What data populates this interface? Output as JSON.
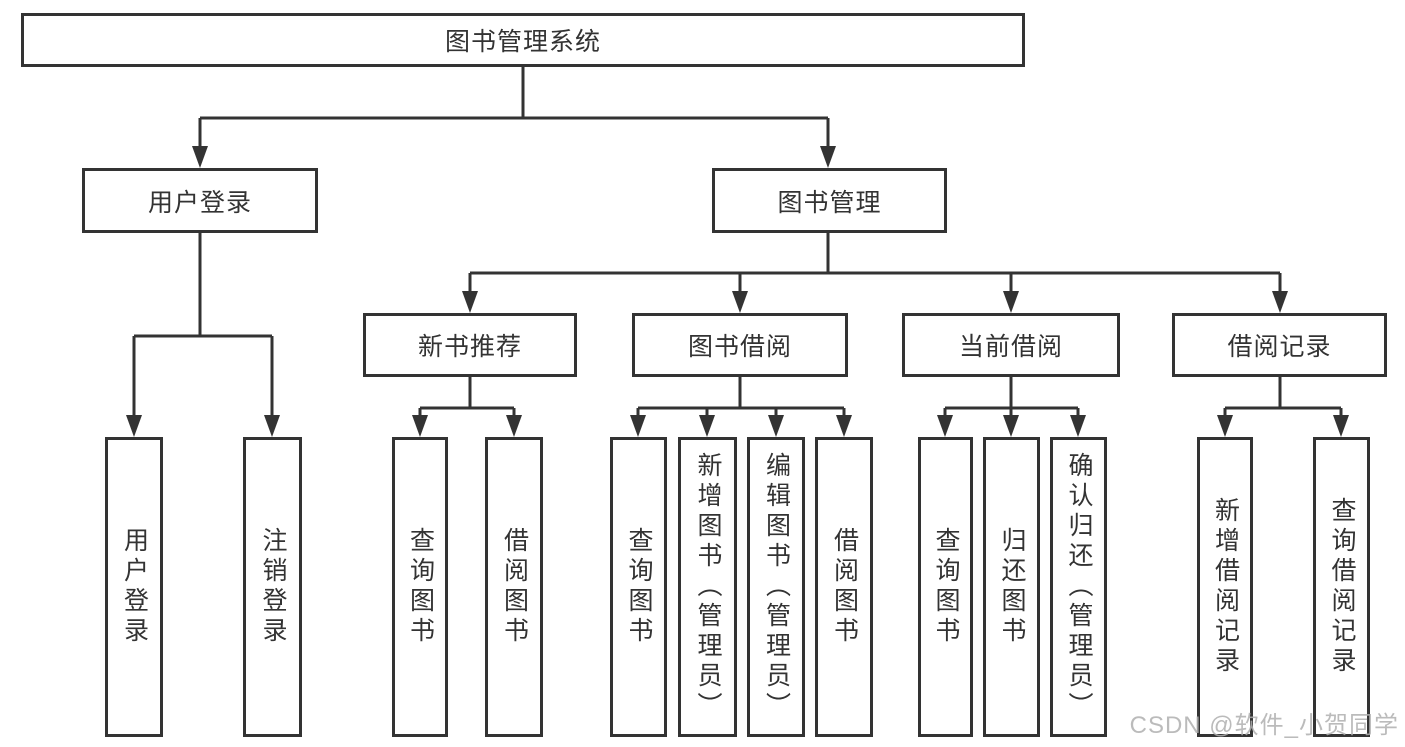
{
  "title": "图书管理系统",
  "watermark": "CSDN @软件_小贺同学",
  "colors": {
    "line": "#333333",
    "box_border": "#333333",
    "box_fill": "#ffffff",
    "text": "#333333",
    "watermark": "#b0b0b0",
    "background": "#ffffff"
  },
  "level2": [
    {
      "label": "用户登录"
    },
    {
      "label": "图书管理"
    }
  ],
  "level3": [
    {
      "label": "新书推荐"
    },
    {
      "label": "图书借阅"
    },
    {
      "label": "当前借阅"
    },
    {
      "label": "借阅记录"
    }
  ],
  "leaves": {
    "user_login": [
      "用户登录",
      "注销登录"
    ],
    "new_book": [
      "查询图书",
      "借阅图书"
    ],
    "book_borrow": [
      "查询图书",
      "新增图书（管理员）",
      "编辑图书（管理员）",
      "借阅图书"
    ],
    "current_borrow": [
      "查询图书",
      "归还图书",
      "确认归还（管理员）"
    ],
    "borrow_records": [
      "新增借阅记录",
      "查询借阅记录"
    ]
  }
}
